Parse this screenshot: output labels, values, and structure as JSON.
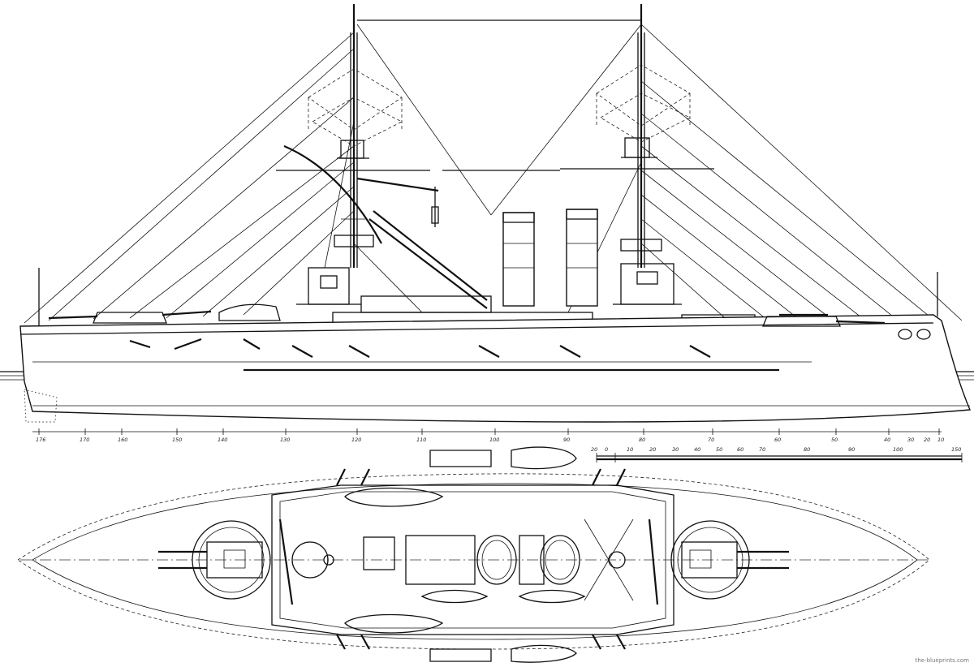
{
  "profile_view": {
    "frame_labels": [
      "176",
      "170",
      "160",
      "150",
      "140",
      "130",
      "120",
      "110",
      "100",
      "90",
      "80",
      "70",
      "60",
      "50",
      "40",
      "30",
      "20",
      "10"
    ]
  },
  "scale_bar": {
    "labels": [
      "20",
      "0",
      "10",
      "20",
      "30",
      "40",
      "50",
      "60",
      "70",
      "80",
      "90",
      "100",
      "150"
    ]
  },
  "watermark": "the-blueprints.com",
  "colors": {
    "ink": "#111111",
    "paper": "#ffffff"
  }
}
